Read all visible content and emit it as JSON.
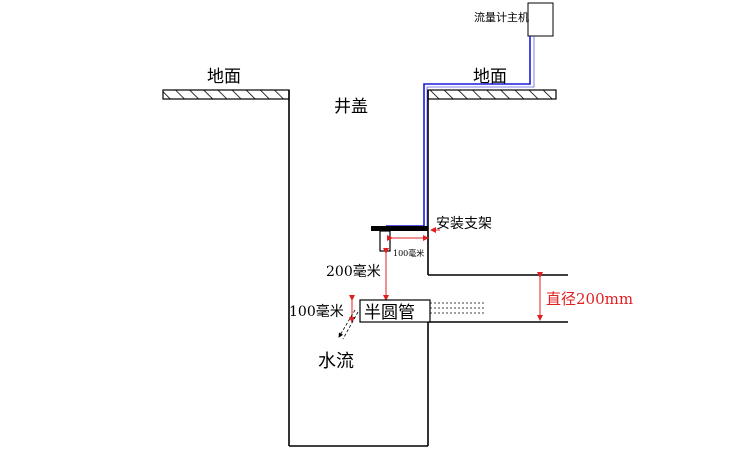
{
  "labels": {
    "flowmeter_host": "流量计主机",
    "ground_left": "地面",
    "ground_right": "地面",
    "well_cover": "井盖",
    "mount_bracket": "安装支架",
    "bracket_offset": "100毫米",
    "sensor_gap": "200毫米",
    "bottom_offset": "100毫米",
    "half_pipe": "半圆管",
    "pipe_diameter": "直径200mm",
    "water_flow": "水流"
  },
  "colors": {
    "line": "#000000",
    "cable": "#1a1adc",
    "dimension": "#e02020"
  }
}
